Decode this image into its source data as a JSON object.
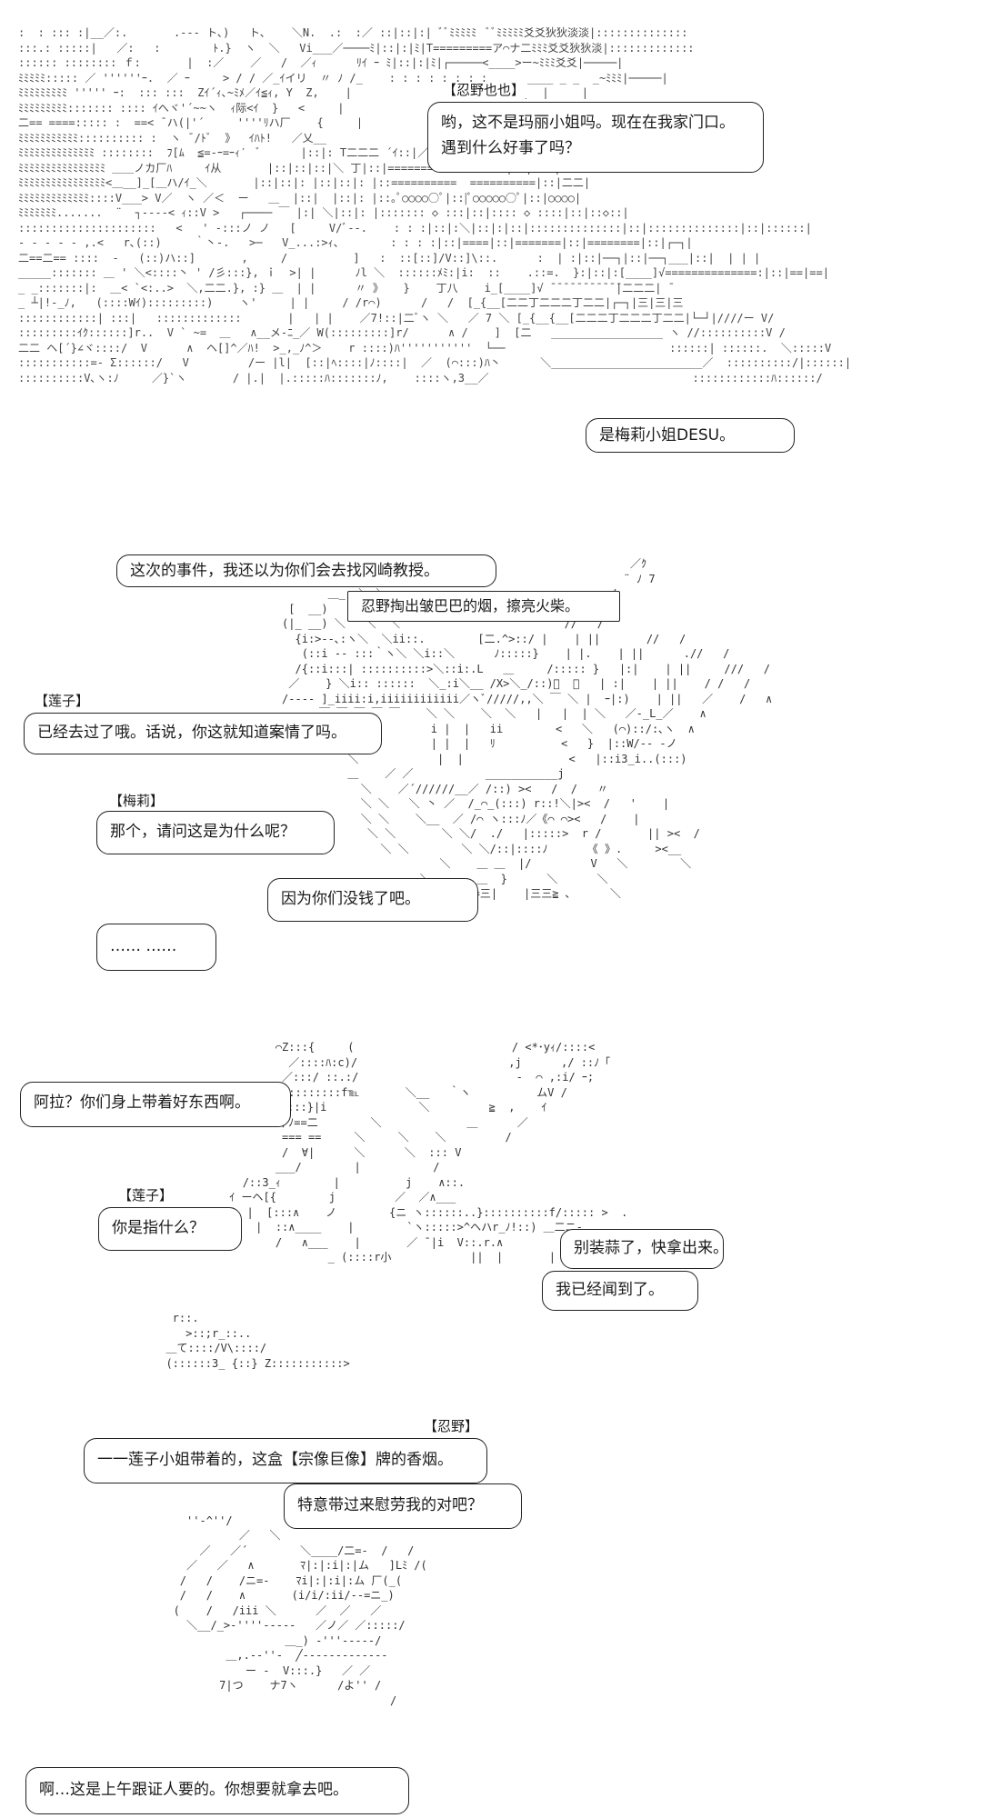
{
  "panels": [
    {
      "speaker_1": "【忍野也也】",
      "bubble_1": [
        "哟，这不是玛丽小姐吗。现在在我家门口。",
        "遇到什么好事了吗？"
      ],
      "bubble_2": "是梅莉小姐DESU。"
    },
    {
      "bubble_1": "这次的事件，我还以为你们会去找冈崎教授。",
      "narration_1": "忍野掏出皱巴巴的烟，擦亮火柴。",
      "speaker_2": "【莲子】",
      "bubble_2": "已经去过了哦。话说，你这就知道案情了吗。",
      "speaker_3": "【梅莉】",
      "bubble_3": "那个，请问这是为什么呢？",
      "bubble_4": "因为你们没钱了吧。",
      "bubble_5": "…… ……"
    },
    {
      "bubble_1": "阿拉？你们身上带着好东西啊。",
      "speaker_2": "【莲子】",
      "bubble_2": "你是指什么？",
      "bubble_3": "别装蒜了，快拿出来。",
      "bubble_4": "我已经闻到了。"
    },
    {
      "speaker_1": "【忍野】",
      "bubble_1": "一一莲子小姐带着的，这盒【宗像巨像】牌的香烟。",
      "bubble_2": "特意带过来慰劳我的对吧？",
      "bubble_3": "啊…这是上午跟证人要的。你想要就拿去吧。"
    }
  ]
}
